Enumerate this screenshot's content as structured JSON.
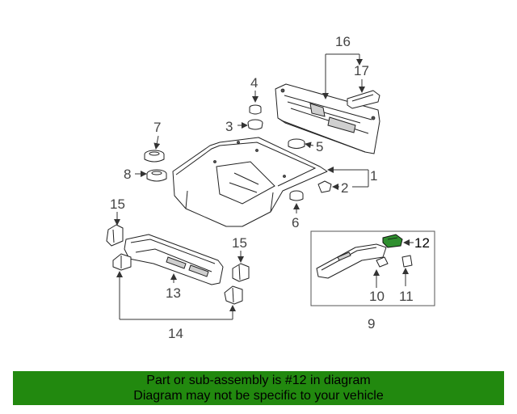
{
  "callouts": {
    "c1": "1",
    "c2": "2",
    "c3": "3",
    "c4": "4",
    "c5": "5",
    "c6": "6",
    "c7": "7",
    "c8": "8",
    "c9": "9",
    "c10": "10",
    "c11": "11",
    "c12": "12",
    "c13": "13",
    "c14": "14",
    "c15a": "15",
    "c15b": "15",
    "c16": "16",
    "c17": "17"
  },
  "highlight_color": "#2f8f2f",
  "banner": {
    "color": "#22890f",
    "line1": "Part or sub-assembly is #12 in diagram",
    "line2": "Diagram may not be specific to your vehicle"
  }
}
